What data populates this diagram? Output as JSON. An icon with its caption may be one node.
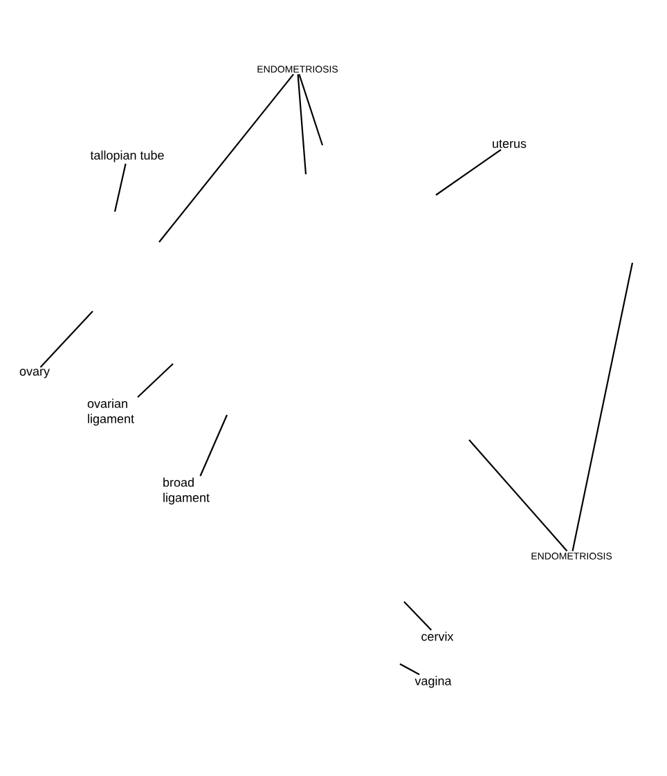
{
  "diagram": {
    "nodes": [
      {
        "text": [
          "ENDOMETRIOSIS"
        ]
      },
      {
        "text": [
          "tallopian tube"
        ]
      },
      {
        "text": [
          "uterus"
        ]
      },
      {
        "text": [
          "ovary"
        ]
      },
      {
        "text": [
          "ovarian ligament"
        ]
      },
      {
        "text": [
          "broad ligament"
        ]
      },
      {
        "text": [
          "ENDOMETRIOSIS"
        ]
      },
      {
        "text": [
          "cervix"
        ]
      },
      {
        "text": [
          "vagina"
        ]
      }
    ],
    "edges": [
      {
        "from": 0,
        "to": null,
        "arrow": "none"
      },
      {
        "from": 0,
        "to": null,
        "arrow": "none"
      },
      {
        "from": 0,
        "to": null,
        "arrow": "none"
      },
      {
        "from": 1,
        "to": null,
        "arrow": "none"
      },
      {
        "from": 2,
        "to": null,
        "arrow": "none"
      },
      {
        "from": 3,
        "to": null,
        "arrow": "none"
      },
      {
        "from": 4,
        "to": null,
        "arrow": "none"
      },
      {
        "from": 5,
        "to": null,
        "arrow": "none"
      },
      {
        "from": 6,
        "to": null,
        "arrow": "none"
      },
      {
        "from": 6,
        "to": null,
        "arrow": "none"
      },
      {
        "from": 7,
        "to": null,
        "arrow": "none"
      },
      {
        "from": 8,
        "to": null,
        "arrow": "none"
      }
    ]
  }
}
